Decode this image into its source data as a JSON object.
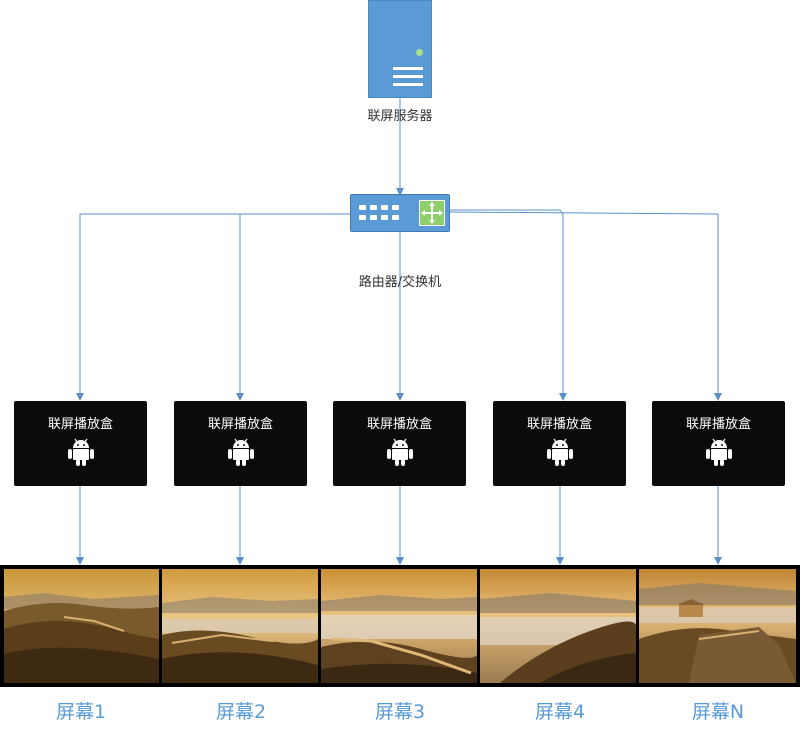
{
  "server": {
    "label": "联屏服务器",
    "icon": "server-icon",
    "color": "#5b9bd5"
  },
  "router": {
    "label": "路由器/交换机",
    "icon": "router-switch-icon"
  },
  "boxes": [
    {
      "label": "联屏播放盒",
      "icon": "android-icon"
    },
    {
      "label": "联屏播放盒",
      "icon": "android-icon"
    },
    {
      "label": "联屏播放盒",
      "icon": "android-icon"
    },
    {
      "label": "联屏播放盒",
      "icon": "android-icon"
    },
    {
      "label": "联屏播放盒",
      "icon": "android-icon"
    }
  ],
  "screens": [
    {
      "label": "屏幕1"
    },
    {
      "label": "屏幕2"
    },
    {
      "label": "屏幕3"
    },
    {
      "label": "屏幕4"
    },
    {
      "label": "屏幕N"
    }
  ],
  "colors": {
    "line": "#5b8fc9",
    "box": "#0b0b0b",
    "screen_label": "#5b9bd5"
  }
}
